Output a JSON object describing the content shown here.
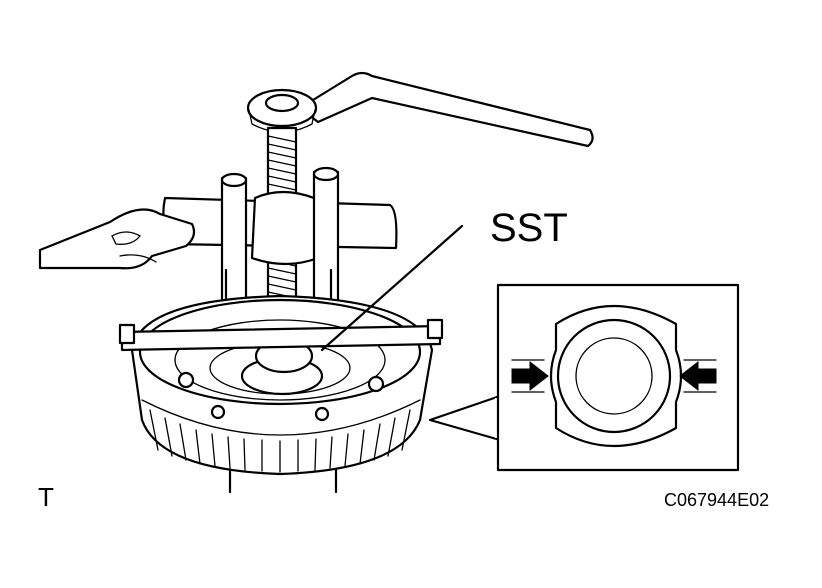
{
  "labels": {
    "sst": "SST",
    "figure_code": "C067944E02",
    "corner_mark": "T"
  },
  "colors": {
    "ink": "#000000",
    "paper": "#ffffff"
  },
  "icons": [
    "wrench-icon",
    "bearing-puller-icon",
    "gear-assembly-icon",
    "push-direction-arrow-icon"
  ]
}
